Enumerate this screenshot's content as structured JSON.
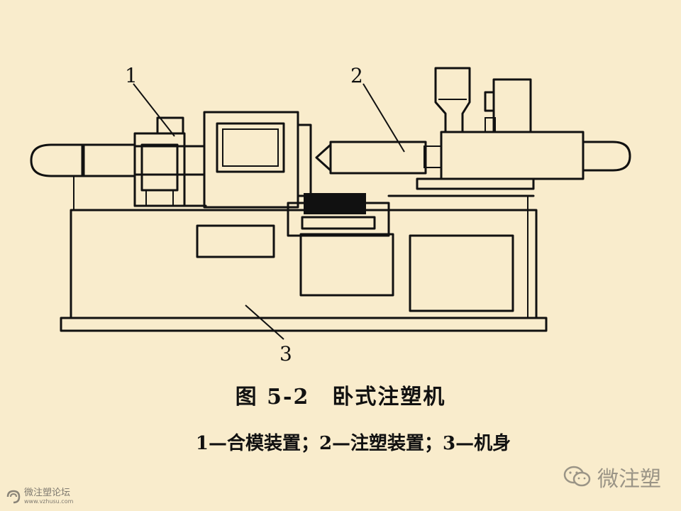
{
  "labels": {
    "l1": "1",
    "l2": "2",
    "l3": "3"
  },
  "caption": {
    "title": "图 5-2　卧式注塑机",
    "legend": "1—合模装置；2—注塑装置；3—机身"
  },
  "watermark": {
    "right": "微注塑",
    "left_text": "微注塑论坛",
    "left_url": "www.vzhusu.com"
  }
}
